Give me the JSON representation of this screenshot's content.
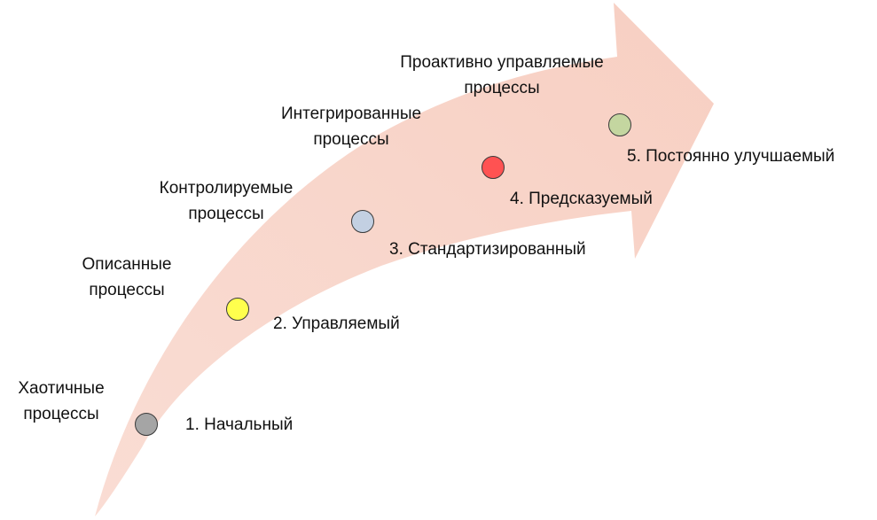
{
  "diagram": {
    "type": "maturity-levels-arrow",
    "arrow_color": "#f7cfc2",
    "levels": [
      {
        "level": 1,
        "name": "1. Начальный",
        "description_line1": "Хаотичные",
        "description_line2": "процессы",
        "color": "#a5a5a5"
      },
      {
        "level": 2,
        "name": "2. Управляемый",
        "description_line1": "Описанные",
        "description_line2": "процессы",
        "color": "#ffff4d"
      },
      {
        "level": 3,
        "name": "3. Стандартизированный",
        "description_line1": "Контролируемые",
        "description_line2": "процессы",
        "color": "#c3d0e2"
      },
      {
        "level": 4,
        "name": "4. Предсказуемый",
        "description_line1": "Интегрированные",
        "description_line2": "процессы",
        "color": "#ff5252"
      },
      {
        "level": 5,
        "name": "5. Постоянно улучшаемый",
        "description_line1": "Проактивно управляемые",
        "description_line2": "процессы",
        "color": "#c4d6a0"
      }
    ]
  }
}
